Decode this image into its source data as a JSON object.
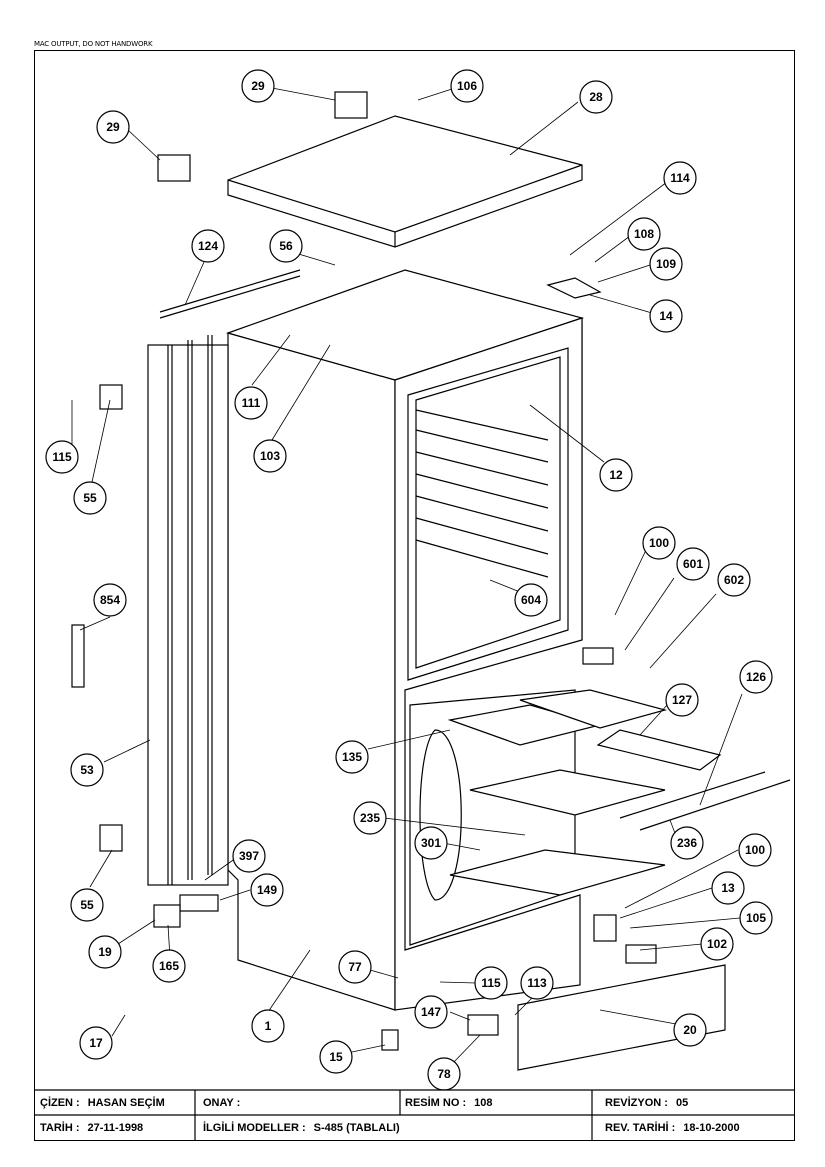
{
  "header_note": "MAC OUTPUT, DO NOT HANDWORK",
  "part_labels": [
    "29",
    "106",
    "28",
    "29",
    "114",
    "108",
    "124",
    "56",
    "109",
    "14",
    "111",
    "103",
    "115",
    "55",
    "12",
    "100",
    "601",
    "602",
    "854",
    "604",
    "126",
    "127",
    "53",
    "135",
    "235",
    "301",
    "236",
    "100",
    "397",
    "149",
    "13",
    "105",
    "55",
    "19",
    "102",
    "165",
    "77",
    "115",
    "113",
    "147",
    "1",
    "17",
    "20",
    "15",
    "78"
  ],
  "title_block": {
    "drawn_by_label": "ÇİZEN :",
    "drawn_by_value": "HASAN SEÇİM",
    "approval_label": "ONAY :",
    "drawing_no_label": "RESİM NO :",
    "drawing_no_value": "108",
    "revision_label": "REVİZYON :",
    "revision_value": "05",
    "date_label": "TARİH :",
    "date_value": "27-11-1998",
    "models_label": "İLGİLİ MODELLER :",
    "models_value": "S-485 (TABLALI)",
    "rev_date_label": "REV. TARİHİ :",
    "rev_date_value": "18-10-2000"
  }
}
